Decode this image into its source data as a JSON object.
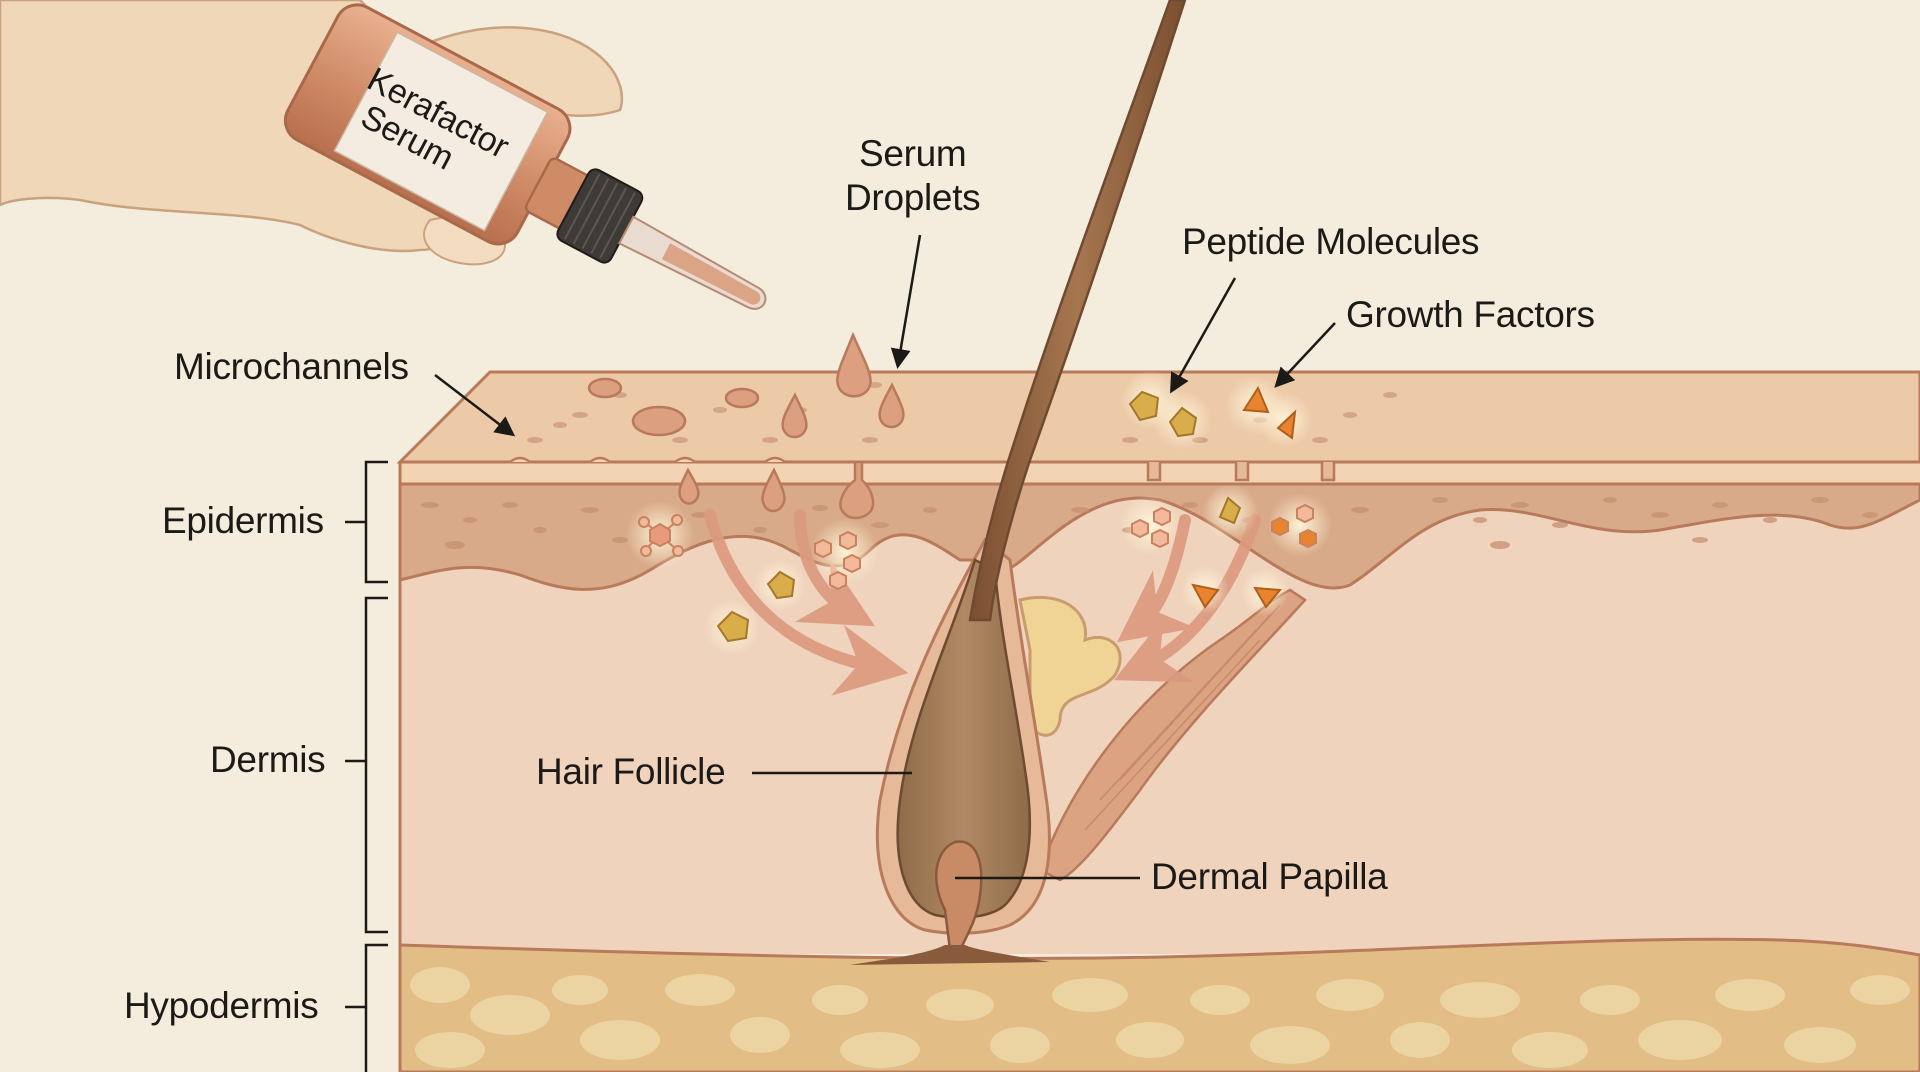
{
  "diagram": {
    "product": {
      "label_line1": "Kerafactor",
      "label_line2": "Serum"
    },
    "callouts": {
      "serum_droplets_line1": "Serum",
      "serum_droplets_line2": "Droplets",
      "peptide_molecules": "Peptide Molecules",
      "growth_factors": "Growth Factors",
      "microchannels": "Microchannels",
      "hair_follicle": "Hair Follicle",
      "dermal_papilla": "Dermal Papilla"
    },
    "layers": {
      "epidermis": "Epidermis",
      "dermis": "Dermis",
      "hypodermis": "Hypodermis"
    },
    "colors": {
      "background": "#f4ecdc",
      "skin_surface": "#ecc9a7",
      "epidermis": "#d9aa89",
      "dermis": "#f0d3bd",
      "hypodermis": "#e2bd85",
      "fat_cells": "#ecd4a2",
      "outline": "#b87a5a",
      "hair": "#8a5d3b",
      "serum": "#d99a7a",
      "peptide": "#d9ad4a",
      "growth_factor": "#e8842e"
    }
  }
}
